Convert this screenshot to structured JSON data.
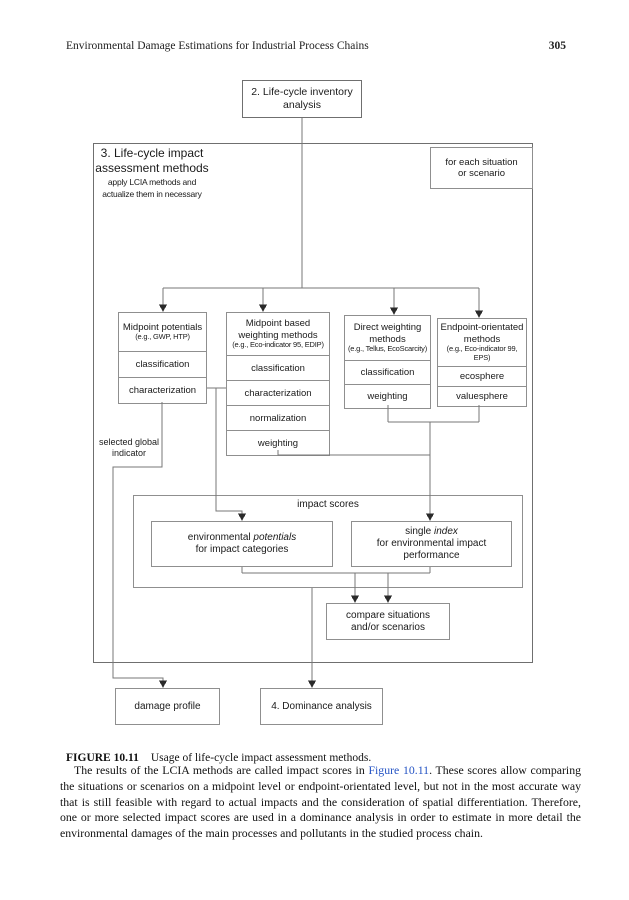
{
  "page": {
    "header": {
      "title": "Environmental Damage Estimations for Industrial Process Chains",
      "page_number": "305"
    },
    "caption": {
      "label": "FIGURE 10.11",
      "text": "Usage of life-cycle impact assessment methods."
    },
    "paragraph": {
      "before_link": "The results of the LCIA methods are called impact scores in ",
      "link": "Figure 10.11",
      "after_link": ". These scores allow comparing the situations or scenarios on a midpoint level or endpoint-orientated level, but not in the most accurate way that is still feasible with regard to actual impacts and the consideration of spatial differentiation. Therefore, one or more selected impact scores are used in a dominance analysis in order to estimate in more detail the environmental damages of the main processes and pollutants in the studied process chain."
    }
  },
  "diagram": {
    "inventory_box": {
      "line1": "2. Life-cycle inventory",
      "line2": "analysis"
    },
    "outer_box": {
      "title1": "3. Life-cycle impact",
      "title2": "assessment methods",
      "sub1": "apply LCIA methods and",
      "sub2": "actualize them in necessary"
    },
    "situation_box": {
      "line1": "for each situation",
      "line2": "or scenario"
    },
    "method_boxes": [
      {
        "header": [
          "Midpoint potentials",
          "(e.g., GWP, HTP)"
        ],
        "rows": [
          "classification",
          "characterization"
        ]
      },
      {
        "header": [
          "Midpoint based",
          "weighting methods",
          "(e.g., Eco-indicator 95, EDIP)"
        ],
        "rows": [
          "classification",
          "characterization",
          "normalization",
          "weighting"
        ]
      },
      {
        "header": [
          "Direct weighting",
          "methods",
          "(e.g., Tellus, EcoScarcity)"
        ],
        "rows": [
          "classification",
          "weighting"
        ]
      },
      {
        "header": [
          "Endpoint-orientated",
          "methods",
          "(e.g., Eco-indicator 99,",
          "EPS)"
        ],
        "rows": [
          "ecosphere",
          "valuesphere"
        ]
      }
    ],
    "selected_global_indicator": {
      "line1": "selected global",
      "line2": "indicator"
    },
    "impact_scores": {
      "label": "impact scores",
      "env_potentials": {
        "pre": "environmental ",
        "italic": "potentials",
        "line2": "for impact categories"
      },
      "single_index": {
        "pre": "single ",
        "italic": "index",
        "line2": "for environmental impact",
        "line3": "performance"
      }
    },
    "compare_box": {
      "line1": "compare situations",
      "line2": "and/or scenarios"
    },
    "damage_profile": {
      "label": "damage profile"
    },
    "dominance_box": {
      "label": "4. Dominance analysis"
    }
  },
  "colors": {
    "link": "#2453c4",
    "connector_line": "#777777",
    "arrowhead": "#2a2a2a",
    "box_border": "#8f8f8f"
  }
}
